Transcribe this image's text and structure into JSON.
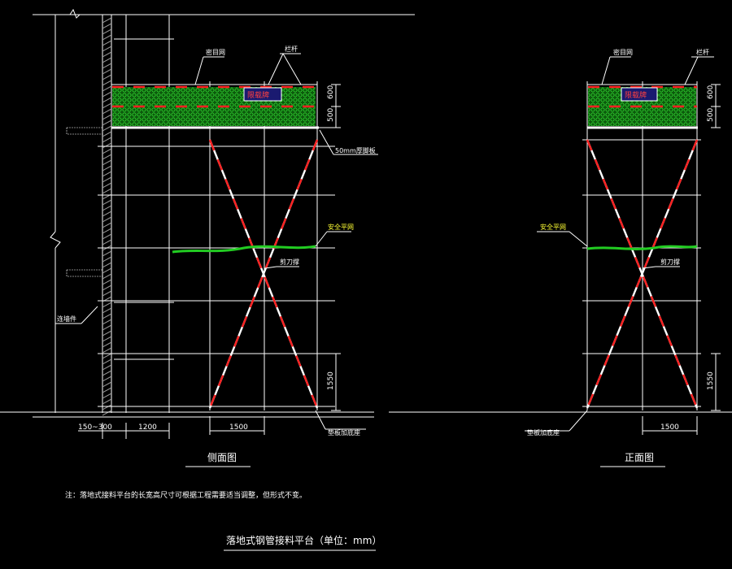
{
  "labels": {
    "dense_net": "密目网",
    "railing": "栏杆",
    "warning_sign": "限载牌",
    "board": "50mm厚脚板",
    "safety_net": "安全平网",
    "scissor_brace": "剪刀撑",
    "wall_tie": "连墙件",
    "base": "垫板加底座",
    "side_view": "侧面图",
    "front_view": "正面图"
  },
  "dimensions": {
    "rail_height": "600",
    "board_height": "500",
    "bottom_step": "1550",
    "bay_width": "1500",
    "wall_gap": "150~300",
    "frame_width": "1200"
  },
  "note": "注：落地式接料平台的长宽高尺寸可根据工程需要适当调整，但形式不变。",
  "title": "落地式钢管接料平台（单位：mm）",
  "colors": {
    "background": "#000000",
    "line": "#ffffff",
    "brace_red": "#ff2020",
    "net_green": "#22cc22",
    "sign_fill": "#1a1a70"
  }
}
